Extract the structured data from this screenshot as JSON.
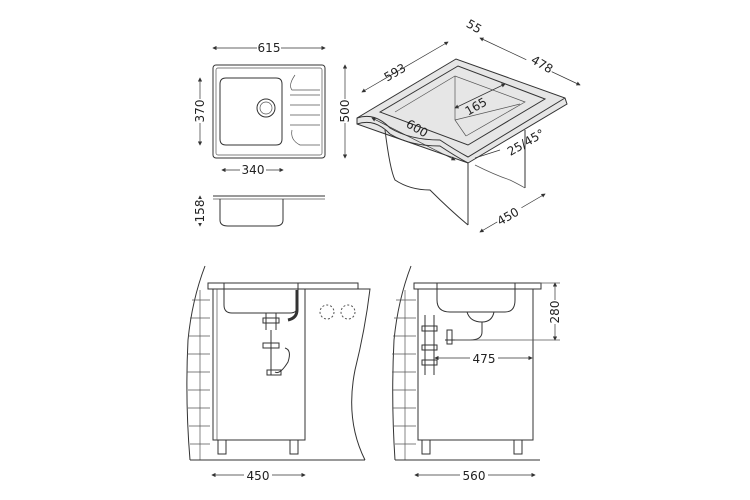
{
  "top_view": {
    "width": "615",
    "depth": "500",
    "bowl_depth": "370",
    "bowl_width": "340"
  },
  "side_view": {
    "height": "158"
  },
  "isometric": {
    "cutout_width": "593",
    "rim": "55",
    "cutout_depth": "478",
    "drainer": "165",
    "cabinet_width": "600",
    "edge": "25/45°",
    "min_cabinet": "450"
  },
  "front_view": {
    "cabinet_width": "450"
  },
  "side_section": {
    "drain_height": "280",
    "drain_offset": "475",
    "cabinet_depth": "560"
  },
  "colors": {
    "line": "#333333",
    "background": "#ffffff"
  }
}
